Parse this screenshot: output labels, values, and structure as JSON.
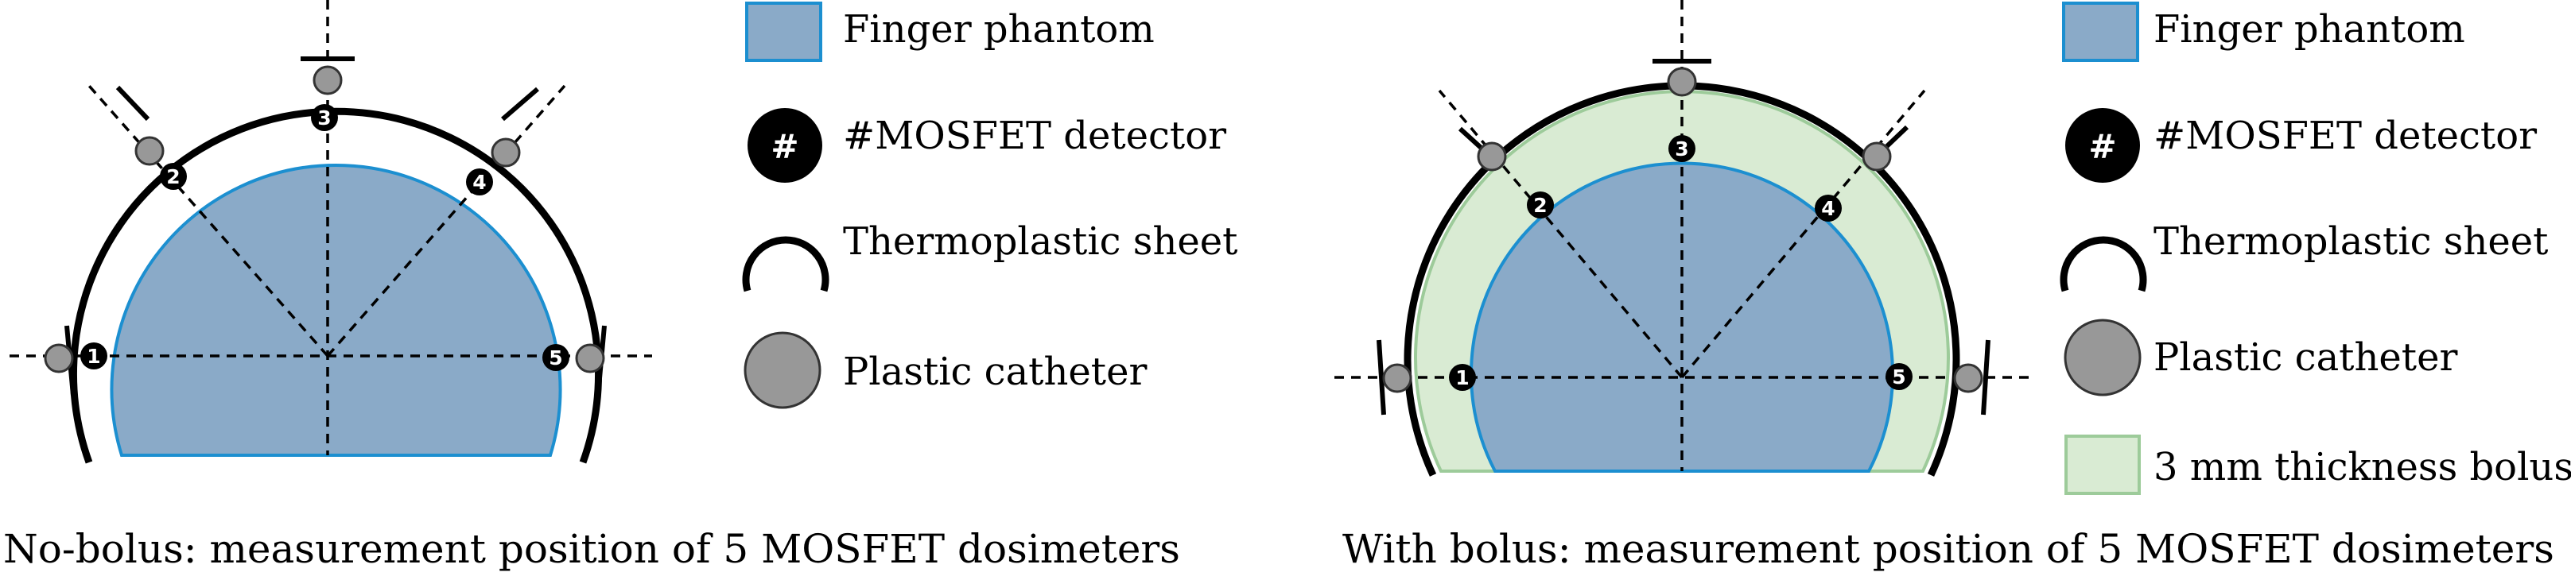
{
  "colors": {
    "phantom_fill": "#8AAAC8",
    "phantom_stroke": "#1C8FD0",
    "bolus_fill": "#D9EBD3",
    "bolus_stroke": "#9DCB9A",
    "catheter_fill": "#989898",
    "line": "#000000"
  },
  "icons": {
    "phantom": "phantom-swatch-icon",
    "mosfet": "mosfet-detector-icon",
    "thermoplastic": "thermoplastic-arc-icon",
    "catheter": "catheter-circle-icon",
    "bolus": "bolus-swatch-icon"
  },
  "panels": [
    {
      "id": "no-bolus",
      "caption": "No-bolus: measurement position of 5 MOSFET dosimeters",
      "detectors": [
        "1",
        "2",
        "3",
        "4",
        "5"
      ],
      "legend": [
        {
          "key": "phantom",
          "label": "Finger phantom"
        },
        {
          "key": "mosfet",
          "symbol": "#",
          "label": "#MOSFET detector"
        },
        {
          "key": "thermoplastic",
          "label": "Thermoplastic sheet"
        },
        {
          "key": "catheter",
          "label": "Plastic catheter"
        }
      ]
    },
    {
      "id": "with-bolus",
      "caption": "With bolus: measurement position of 5 MOSFET dosimeters",
      "detectors": [
        "1",
        "2",
        "3",
        "4",
        "5"
      ],
      "legend": [
        {
          "key": "phantom",
          "label": "Finger phantom"
        },
        {
          "key": "mosfet",
          "symbol": "#",
          "label": "#MOSFET detector"
        },
        {
          "key": "thermoplastic",
          "label": "Thermoplastic sheet"
        },
        {
          "key": "catheter",
          "label": "Plastic catheter"
        },
        {
          "key": "bolus",
          "label": "3 mm thickness bolus"
        }
      ]
    }
  ]
}
